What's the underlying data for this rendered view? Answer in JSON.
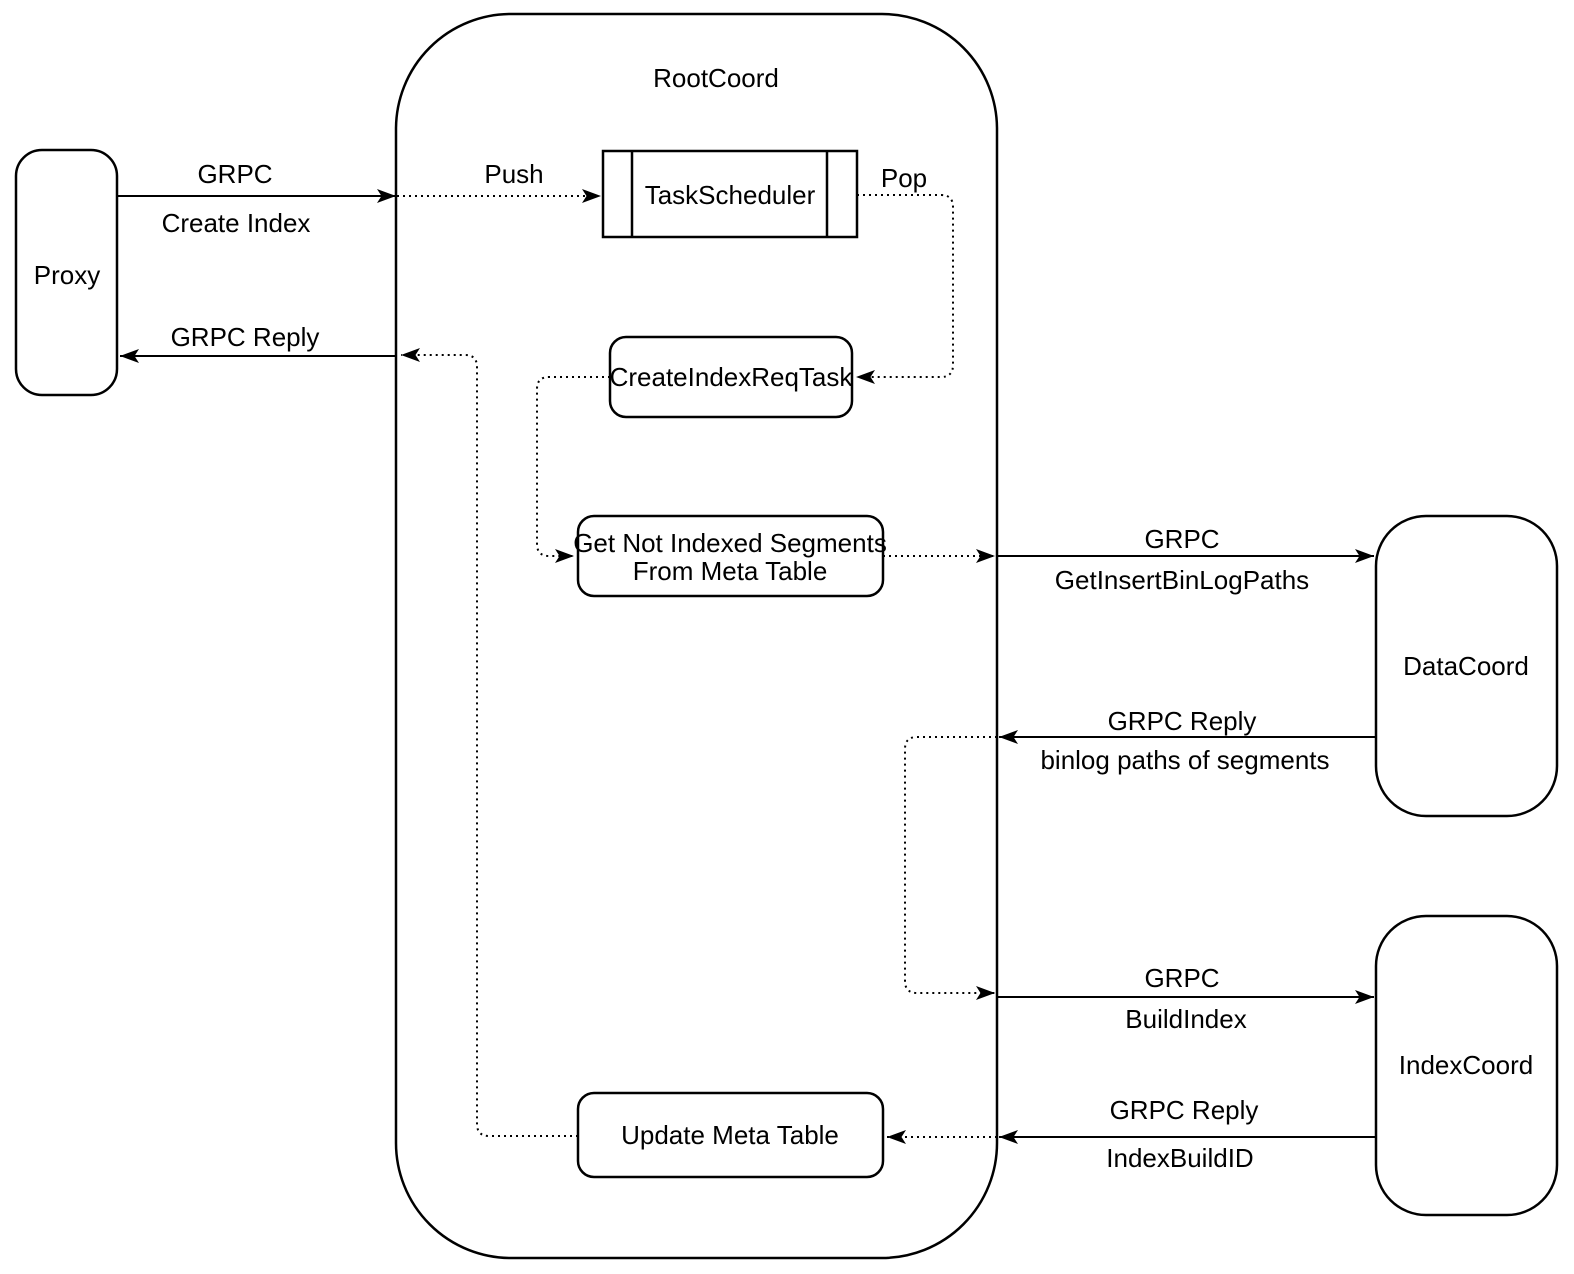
{
  "diagram": {
    "colors": {
      "stroke": "#000000",
      "background": "#ffffff"
    },
    "nodes": {
      "proxy": {
        "label": "Proxy"
      },
      "root_coord": {
        "label": "RootCoord"
      },
      "task_scheduler": {
        "label": "TaskScheduler"
      },
      "create_index_req_task": {
        "label": "CreateIndexReqTask"
      },
      "get_not_indexed": {
        "line1": "Get Not Indexed Segments",
        "line2": "From Meta Table"
      },
      "update_meta_table": {
        "label": "Update Meta Table"
      },
      "data_coord": {
        "label": "DataCoord"
      },
      "index_coord": {
        "label": "IndexCoord"
      }
    },
    "edges": {
      "create_index": {
        "line1": "GRPC",
        "line2": "Create Index"
      },
      "grpc_reply_to_proxy": {
        "label": "GRPC Reply"
      },
      "push": {
        "label": "Push"
      },
      "pop": {
        "label": "Pop"
      },
      "get_insert_binlog_paths": {
        "line1": "GRPC",
        "line2": "GetInsertBinLogPaths"
      },
      "binlog_paths_reply": {
        "line1": "GRPC Reply",
        "line2": "binlog paths of segments"
      },
      "build_index": {
        "line1": "GRPC",
        "line2": "BuildIndex"
      },
      "index_build_id_reply": {
        "line1": "GRPC Reply",
        "line2": "IndexBuildID"
      }
    }
  }
}
